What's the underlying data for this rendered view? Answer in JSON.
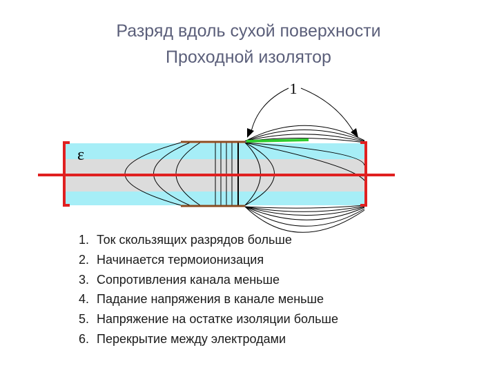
{
  "slide": {
    "title_line1": "Разряд вдоль сухой поверхности",
    "title_line2": "Проходной изолятор"
  },
  "diagram": {
    "callout_label": "1",
    "permittivity_symbol": "ε",
    "colors": {
      "dielectric": "#a6eef7",
      "core": "#dcdcdc",
      "conductor": "#e02020",
      "flange": "#8a4b1f",
      "discharge": "#2ecc2e",
      "field_lines": "#000000"
    }
  },
  "steps": [
    {
      "num": "1.",
      "text": "Ток скользящих разрядов больше"
    },
    {
      "num": "2.",
      "text": "Начинается термоионизация"
    },
    {
      "num": "3.",
      "text": "Сопротивления канала меньше"
    },
    {
      "num": "4.",
      "text": "Падание напряжения в канале меньше"
    },
    {
      "num": "5.",
      "text": "Напряжение на остатке изоляции больше"
    },
    {
      "num": "6.",
      "text": "Перекрытие между электродами"
    }
  ]
}
